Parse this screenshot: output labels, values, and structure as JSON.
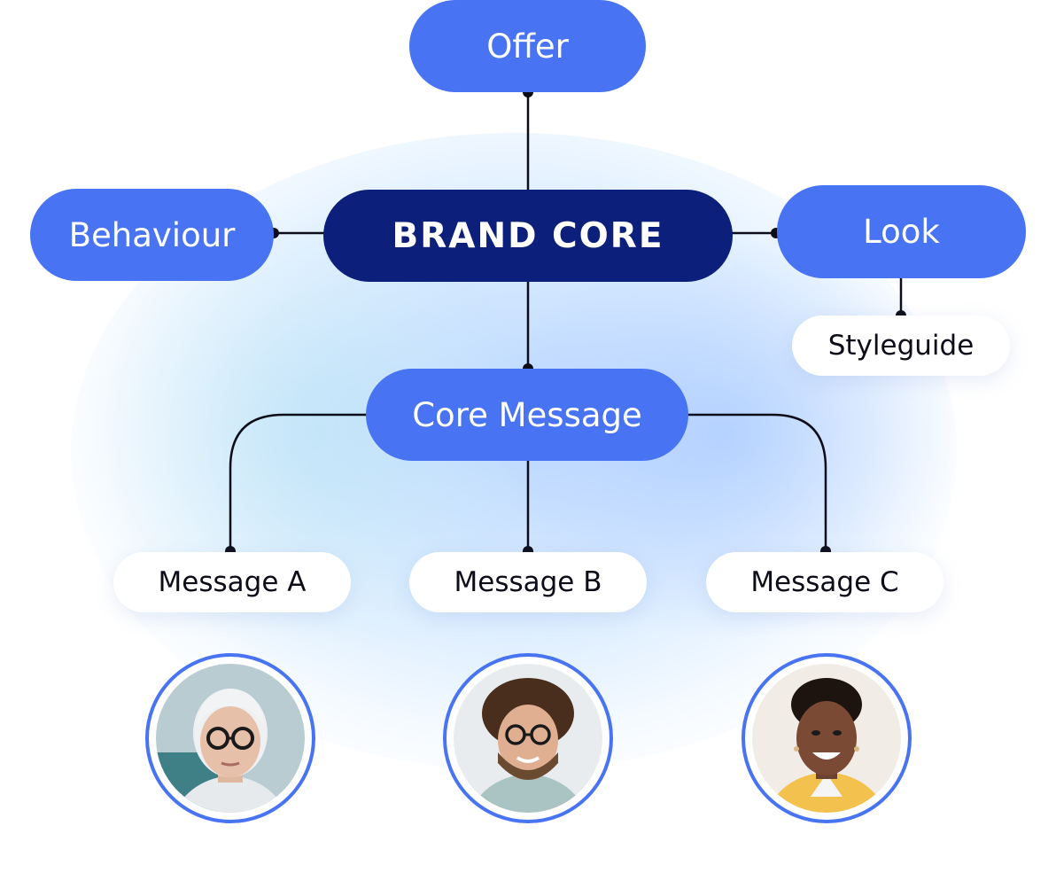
{
  "diagram": {
    "top": {
      "label": "Offer"
    },
    "center": {
      "label": "BRAND CORE"
    },
    "left": {
      "label": "Behaviour"
    },
    "right": {
      "label": "Look"
    },
    "right_child": {
      "label": "Styleguide"
    },
    "middle": {
      "label": "Core Message"
    },
    "messages": [
      {
        "label": "Message A"
      },
      {
        "label": "Message B"
      },
      {
        "label": "Message C"
      }
    ]
  },
  "avatars": [
    {
      "description_icon": "person-photo"
    },
    {
      "description_icon": "person-photo"
    },
    {
      "description_icon": "person-photo"
    }
  ],
  "colors": {
    "primary": "#4873f2",
    "dark": "#0c1f7a",
    "line": "#0d0d1a",
    "white_node": "#ffffff"
  }
}
